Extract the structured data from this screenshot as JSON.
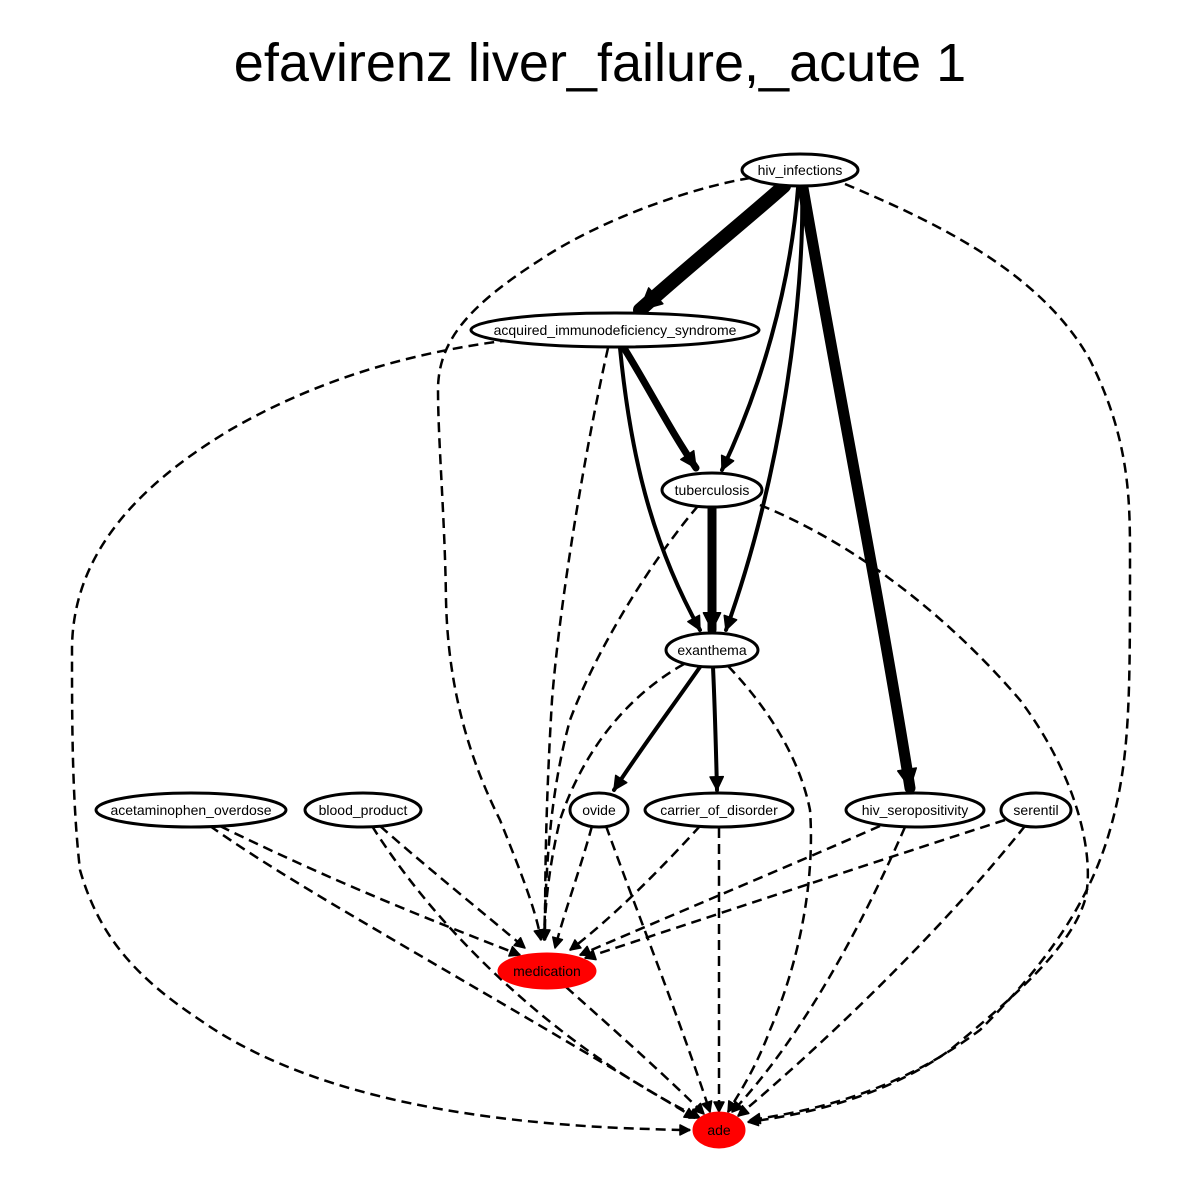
{
  "title": "efavirenz liver_failure,_acute 1",
  "colors": {
    "highlight": "#ff0000",
    "node_fill": "#ffffff",
    "stroke": "#000000"
  },
  "nodes": [
    {
      "id": "hiv_infections",
      "label": "hiv_infections",
      "highlight": false
    },
    {
      "id": "aids",
      "label": "acquired_immunodeficiency_syndrome",
      "highlight": false
    },
    {
      "id": "tuberculosis",
      "label": "tuberculosis",
      "highlight": false
    },
    {
      "id": "exanthema",
      "label": "exanthema",
      "highlight": false
    },
    {
      "id": "acetaminophen_overdose",
      "label": "acetaminophen_overdose",
      "highlight": false
    },
    {
      "id": "blood_product",
      "label": "blood_product",
      "highlight": false
    },
    {
      "id": "ovide",
      "label": "ovide",
      "highlight": false
    },
    {
      "id": "carrier_of_disorder",
      "label": "carrier_of_disorder",
      "highlight": false
    },
    {
      "id": "hiv_seropositivity",
      "label": "hiv_seropositivity",
      "highlight": false
    },
    {
      "id": "serentil",
      "label": "serentil",
      "highlight": false
    },
    {
      "id": "medication",
      "label": "medication",
      "highlight": true
    },
    {
      "id": "ade",
      "label": "ade",
      "highlight": true
    }
  ],
  "edges": [
    {
      "from": "hiv_infections",
      "to": "aids",
      "style": "solid",
      "weight": 5
    },
    {
      "from": "hiv_infections",
      "to": "tuberculosis",
      "style": "solid",
      "weight": 1
    },
    {
      "from": "hiv_infections",
      "to": "exanthema",
      "style": "solid",
      "weight": 1
    },
    {
      "from": "hiv_infections",
      "to": "hiv_seropositivity",
      "style": "solid",
      "weight": 4
    },
    {
      "from": "hiv_infections",
      "to": "medication",
      "style": "dashed",
      "weight": 0
    },
    {
      "from": "hiv_infections",
      "to": "ade",
      "style": "dashed",
      "weight": 0
    },
    {
      "from": "aids",
      "to": "tuberculosis",
      "style": "solid",
      "weight": 2
    },
    {
      "from": "aids",
      "to": "exanthema",
      "style": "solid",
      "weight": 1
    },
    {
      "from": "aids",
      "to": "medication",
      "style": "dashed",
      "weight": 0
    },
    {
      "from": "aids",
      "to": "ade",
      "style": "dashed",
      "weight": 0
    },
    {
      "from": "tuberculosis",
      "to": "exanthema",
      "style": "solid",
      "weight": 3
    },
    {
      "from": "tuberculosis",
      "to": "medication",
      "style": "dashed",
      "weight": 0
    },
    {
      "from": "tuberculosis",
      "to": "ade",
      "style": "dashed",
      "weight": 0
    },
    {
      "from": "exanthema",
      "to": "ovide",
      "style": "solid",
      "weight": 1
    },
    {
      "from": "exanthema",
      "to": "carrier_of_disorder",
      "style": "solid",
      "weight": 1
    },
    {
      "from": "exanthema",
      "to": "medication",
      "style": "dashed",
      "weight": 0
    },
    {
      "from": "exanthema",
      "to": "ade",
      "style": "dashed",
      "weight": 0
    },
    {
      "from": "acetaminophen_overdose",
      "to": "medication",
      "style": "dashed",
      "weight": 0
    },
    {
      "from": "acetaminophen_overdose",
      "to": "ade",
      "style": "dashed",
      "weight": 0
    },
    {
      "from": "blood_product",
      "to": "medication",
      "style": "dashed",
      "weight": 0
    },
    {
      "from": "blood_product",
      "to": "ade",
      "style": "dashed",
      "weight": 0
    },
    {
      "from": "ovide",
      "to": "medication",
      "style": "dashed",
      "weight": 0
    },
    {
      "from": "ovide",
      "to": "ade",
      "style": "dashed",
      "weight": 0
    },
    {
      "from": "carrier_of_disorder",
      "to": "medication",
      "style": "dashed",
      "weight": 0
    },
    {
      "from": "carrier_of_disorder",
      "to": "ade",
      "style": "dashed",
      "weight": 0
    },
    {
      "from": "hiv_seropositivity",
      "to": "medication",
      "style": "dashed",
      "weight": 0
    },
    {
      "from": "hiv_seropositivity",
      "to": "ade",
      "style": "dashed",
      "weight": 0
    },
    {
      "from": "serentil",
      "to": "medication",
      "style": "dashed",
      "weight": 0
    },
    {
      "from": "serentil",
      "to": "ade",
      "style": "dashed",
      "weight": 0
    },
    {
      "from": "medication",
      "to": "ade",
      "style": "dashed",
      "weight": 0
    }
  ]
}
